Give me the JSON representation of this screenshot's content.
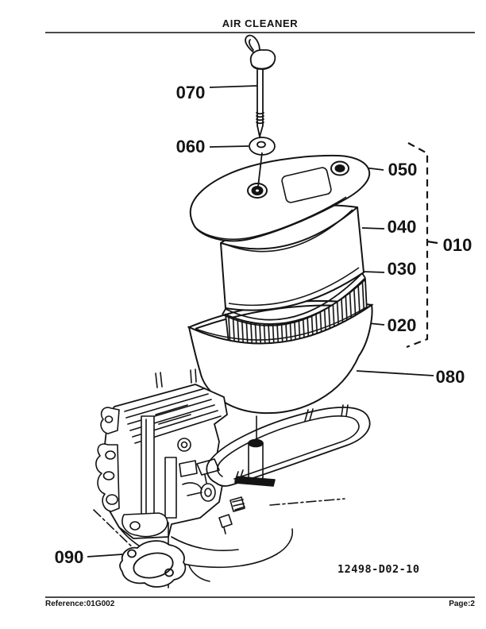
{
  "header": {
    "title": "AIR CLEANER"
  },
  "footer": {
    "reference": "Reference:01G002",
    "page": "Page:2"
  },
  "diagram": {
    "drawing_number": "12498-D02-10",
    "callouts": [
      {
        "ref": "070"
      },
      {
        "ref": "060"
      },
      {
        "ref": "050"
      },
      {
        "ref": "040"
      },
      {
        "ref": "030"
      },
      {
        "ref": "020"
      },
      {
        "ref": "010"
      },
      {
        "ref": "080"
      },
      {
        "ref": "090"
      }
    ]
  }
}
